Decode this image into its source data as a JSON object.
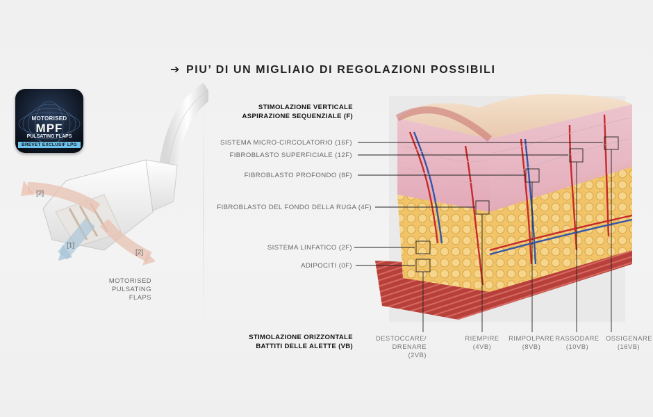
{
  "headline": {
    "arrow": "➔",
    "text": "PIU’ DI UN MIGLIAIO DI REGOLAZIONI POSSIBILI"
  },
  "badge": {
    "line1": "MOTORISED",
    "line2": "MPF",
    "line3": "PULSATING FLAPS",
    "line4": "BREVET EXCLUSIF LPG"
  },
  "device": {
    "caption": [
      "MOTORISED",
      "PULSATING",
      "FLAPS"
    ],
    "arrow_labels": [
      "[2]",
      "[1]",
      "[2]"
    ]
  },
  "vertical": {
    "title_line1": "STIMOLAZIONE VERTICALE",
    "title_line2": "ASPIRAZIONE SEQUENZIALE (F)"
  },
  "layers": [
    "SISTEMA MICRO-CIRCOLATORIO (16F)",
    "FIBROBLASTO SUPERFICIALE (12F)",
    "FIBROBLASTO PROFONDO (8F)",
    "FIBROBLASTO DEL FONDO DELLA RUGA (4F)",
    "SISTEMA LINFATICO (2F)",
    "ADIPOCITI (0F)"
  ],
  "horizontal": {
    "title_line1": "STIMOLAZIONE ORIZZONTALE",
    "title_line2": "BATTITI DELLE ALETTE (VB)"
  },
  "actions": [
    {
      "line1": "DESTOCCARE/",
      "line2": "DRENARE",
      "line3": "(2VB)"
    },
    {
      "line1": "RIEMPIRE",
      "line2": "(4VB)"
    },
    {
      "line1": "RIMPOLPARE",
      "line2": "(8VB)"
    },
    {
      "line1": "RASSODARE",
      "line2": "(10VB)"
    },
    {
      "line1": "OSSIGENARE",
      "line2": "(16VB)"
    }
  ],
  "colors": {
    "skin": "#f0d6bd",
    "dermis": "#e7b3c0",
    "fat": "#f1c46a",
    "muscle": "#c1443f",
    "vessel_red": "#c62a2a",
    "vessel_blue": "#3556a8"
  }
}
